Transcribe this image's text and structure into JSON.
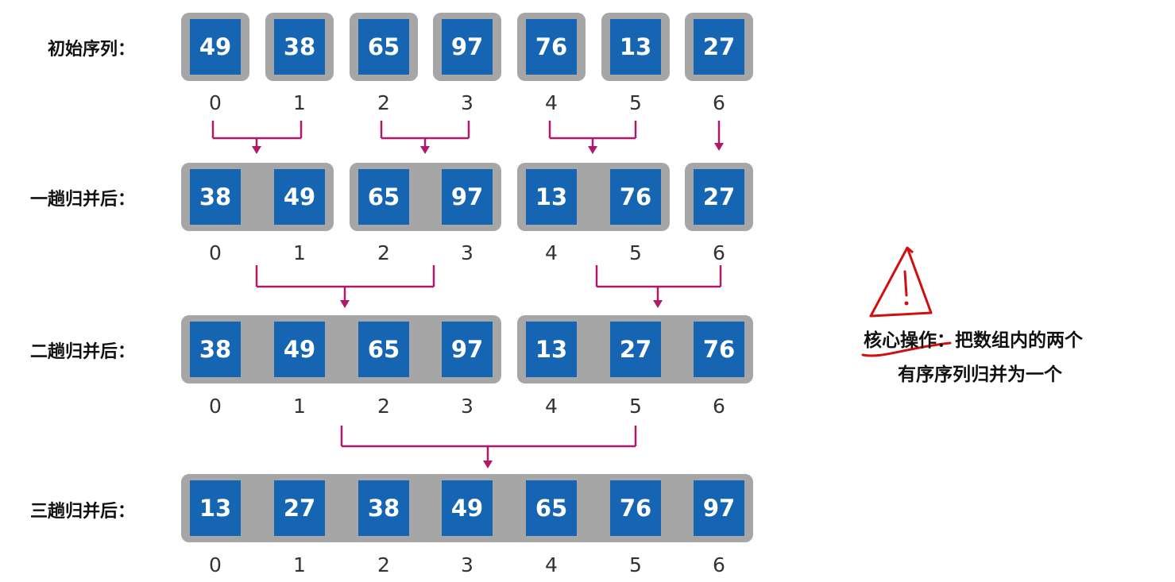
{
  "rows": [
    {
      "label": "初始序列：",
      "values": [
        "49",
        "38",
        "65",
        "97",
        "76",
        "13",
        "27"
      ]
    },
    {
      "label": "一趟归并后：",
      "values": [
        "38",
        "49",
        "65",
        "97",
        "13",
        "76",
        "27"
      ]
    },
    {
      "label": "二趟归并后：",
      "values": [
        "38",
        "49",
        "65",
        "97",
        "13",
        "27",
        "76"
      ]
    },
    {
      "label": "三趟归并后：",
      "values": [
        "13",
        "27",
        "38",
        "49",
        "65",
        "76",
        "97"
      ]
    }
  ],
  "indices": [
    "0",
    "1",
    "2",
    "3",
    "4",
    "5",
    "6"
  ],
  "note": {
    "keyword": "核心操作",
    "line1_rest": "：把数组内的两个",
    "line2": "有序序列归并为一个"
  },
  "colors": {
    "cell": "#1565b2",
    "group": "#a6a6a6",
    "arrow": "#b0186a",
    "warning": "#d01010"
  }
}
